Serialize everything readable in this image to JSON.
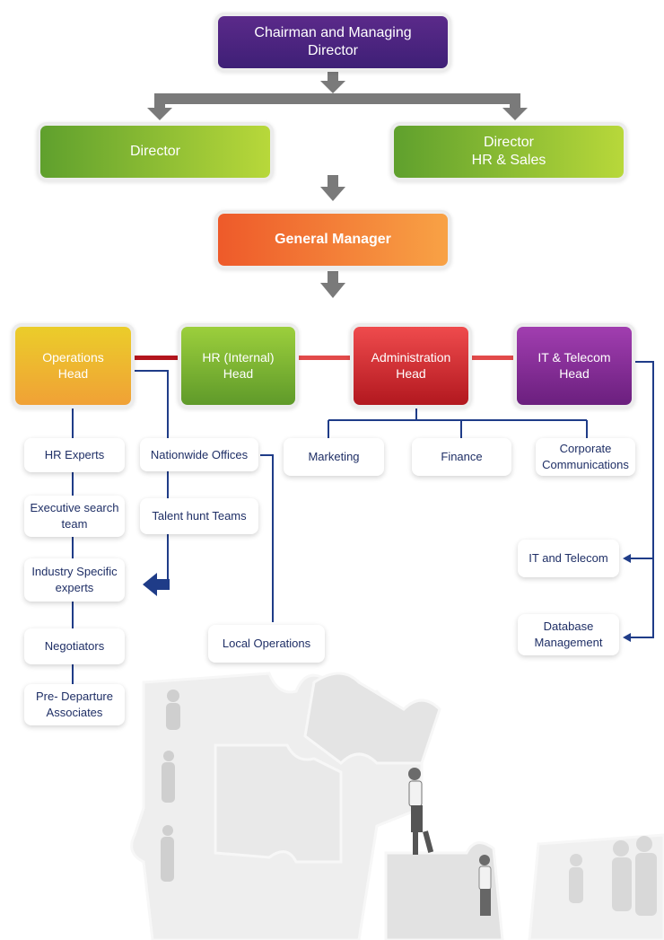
{
  "top": {
    "chairman": "Chairman and Managing\nDirector",
    "director_left": "Director",
    "director_right": "Director\nHR & Sales",
    "general_manager": "General Manager"
  },
  "heads": {
    "operations": "Operations\nHead",
    "hr": "HR (Internal)\nHead",
    "administration": "Administration\nHead",
    "it": "IT & Telecom\nHead"
  },
  "operations_items": {
    "hr_experts": "HR Experts",
    "executive_search": "Executive search\nteam",
    "industry_experts": "Industry Specific\nexperts",
    "negotiators": "Negotiators",
    "pre_departure": "Pre- Departure\nAssociates"
  },
  "hr_items": {
    "nationwide": "Nationwide Offices",
    "talent_hunt": "Talent hunt Teams",
    "local_ops": "Local Operations"
  },
  "admin_items": {
    "marketing": "Marketing",
    "finance": "Finance",
    "corporate": "Corporate\nCommunications"
  },
  "it_items": {
    "it_telecom": "IT and Telecom",
    "database": "Database\nManagement"
  },
  "colors": {
    "chairman": "#4a2380",
    "director": "#8cc03a",
    "general_manager": "#f27a37",
    "operations": "#eeb62f",
    "hr": "#86bf36",
    "administration": "#d9262e",
    "it": "#8a2fa0",
    "connector_dark": "#1f3c88",
    "connector_red": "#e24a4a",
    "arrow_gray": "#7a7a7a"
  }
}
